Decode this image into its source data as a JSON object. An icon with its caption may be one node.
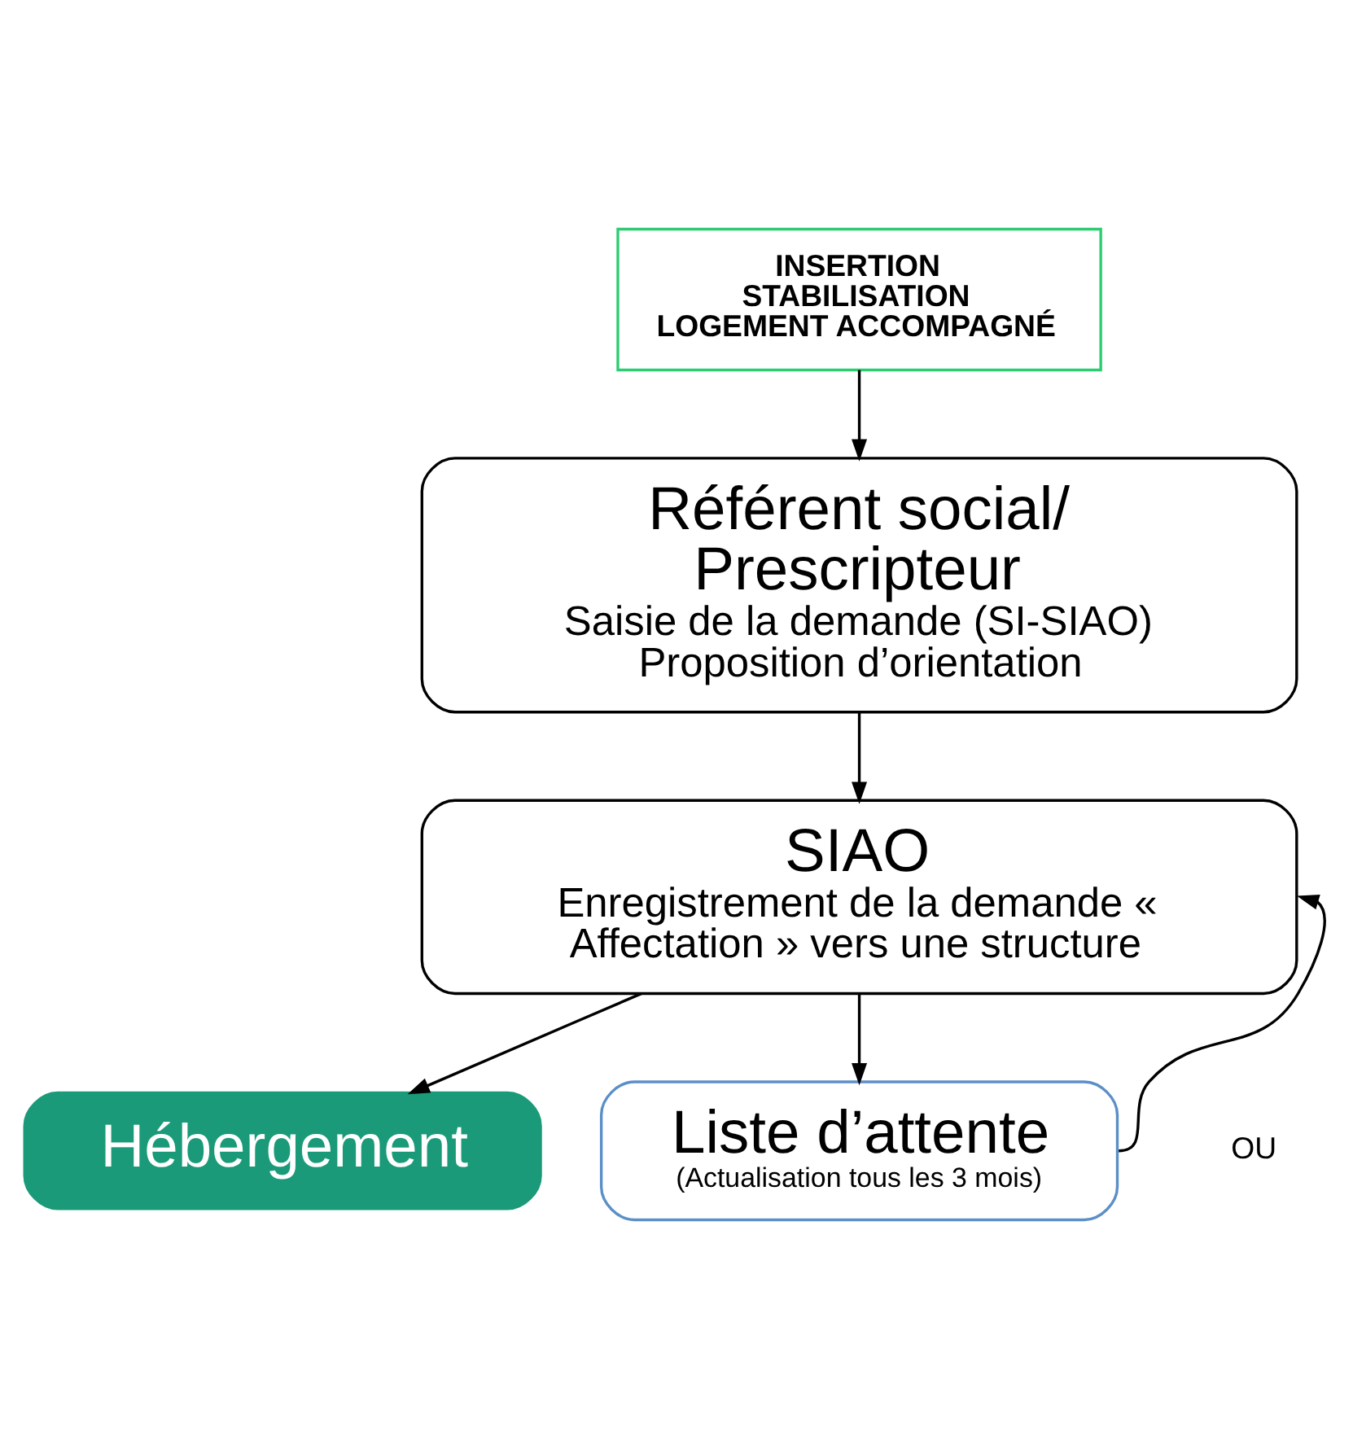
{
  "diagram": {
    "nodes": [
      {
        "text": [
          "INSERTION STABILISATION LOGEMENT ACCOMPAGNÉ"
        ]
      },
      {
        "text": [
          "Référent social/ Prescripteur",
          "Saisie de la demande (SI-SIAO) Proposition d’orientation"
        ]
      },
      {
        "text": [
          "SIAO",
          "Enregistrement de la demande « Affectation » vers une structure"
        ]
      },
      {
        "text": [
          "Hébergement"
        ]
      },
      {
        "text": [
          "Liste d’attente",
          "(Actualisation tous les 3 mois)"
        ]
      }
    ],
    "edges": [
      {
        "from": 0,
        "to": 1,
        "arrow": "to"
      },
      {
        "from": 1,
        "to": 2,
        "arrow": "to"
      },
      {
        "from": 2,
        "to": 3,
        "arrow": "to"
      },
      {
        "from": 2,
        "to": 4,
        "arrow": "to"
      },
      {
        "from": 4,
        "to": 2,
        "arrow": "to"
      }
    ],
    "labels": [
      "OU"
    ]
  }
}
